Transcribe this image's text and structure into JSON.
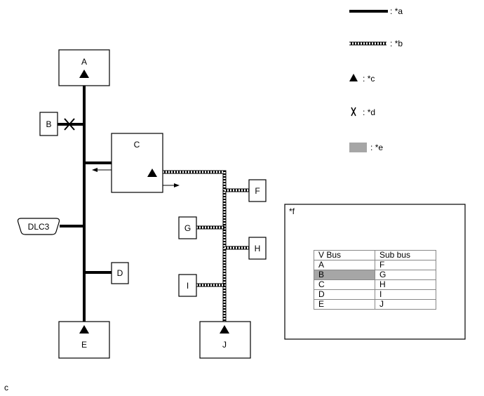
{
  "legend": {
    "solid_line": "*a",
    "dotted_line": "*b",
    "triangle": "*c",
    "cross": "*d",
    "shaded": "*e",
    "separator": ":"
  },
  "nodes": {
    "A": "A",
    "B": "B",
    "C": "C",
    "D": "D",
    "E": "E",
    "F": "F",
    "G": "G",
    "H": "H",
    "I": "I",
    "J": "J",
    "dlc3": "DLC3"
  },
  "table_panel": {
    "title": "*f",
    "headers": [
      "V Bus",
      "Sub bus"
    ],
    "rows": [
      {
        "vbus": "A",
        "subbus": "F",
        "highlight": false
      },
      {
        "vbus": "B",
        "subbus": "G",
        "highlight": true
      },
      {
        "vbus": "C",
        "subbus": "H",
        "highlight": false
      },
      {
        "vbus": "D",
        "subbus": "I",
        "highlight": false
      },
      {
        "vbus": "E",
        "subbus": "J",
        "highlight": false
      }
    ]
  },
  "footer_note": "c",
  "colors": {
    "highlight": "#a6a6a6",
    "line": "#000000"
  }
}
